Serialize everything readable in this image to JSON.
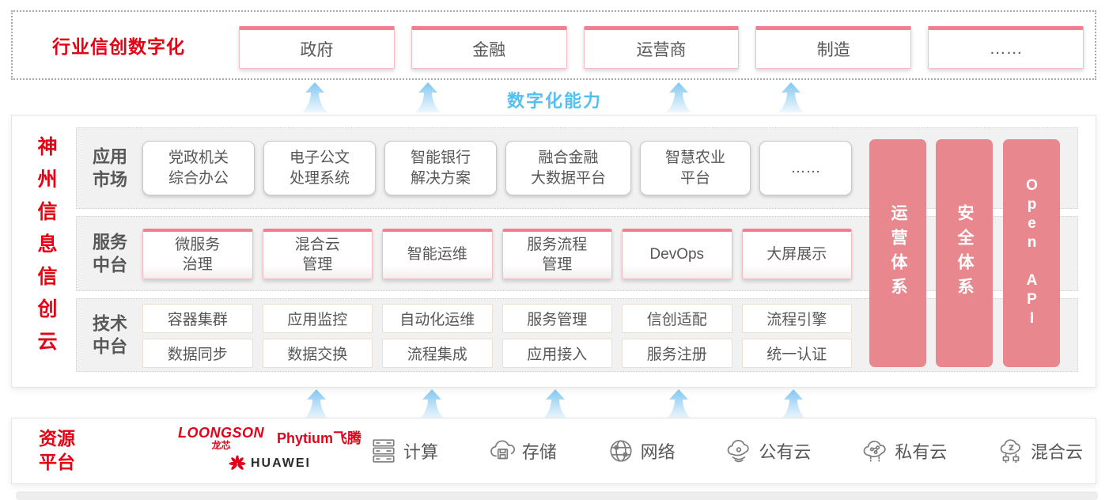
{
  "colors": {
    "brand_red": "#e60013",
    "pillar_pink": "#e8878d",
    "capability_blue": "#53c0f1",
    "card_pink_border": "#ee8090"
  },
  "industry_band": {
    "title": "行业信创数字化",
    "items": [
      {
        "label": "政府"
      },
      {
        "label": "金融"
      },
      {
        "label": "运营商"
      },
      {
        "label": "制造"
      },
      {
        "label": "……"
      }
    ]
  },
  "capability": {
    "label": "数字化能力"
  },
  "platform": {
    "vertical_title": "神州信息信创云",
    "app_row": {
      "label": "应用\n市场",
      "items": [
        {
          "label": "党政机关\n综合办公"
        },
        {
          "label": "电子公文\n处理系统"
        },
        {
          "label": "智能银行\n解决方案"
        },
        {
          "label": "融合金融\n大数据平台"
        },
        {
          "label": "智慧农业\n平台"
        },
        {
          "label": "……"
        }
      ]
    },
    "service_row": {
      "label": "服务\n中台",
      "items": [
        {
          "label": "微服务\n治理"
        },
        {
          "label": "混合云\n管理"
        },
        {
          "label": "智能运维"
        },
        {
          "label": "服务流程\n管理"
        },
        {
          "label": "DevOps"
        },
        {
          "label": "大屏展示"
        }
      ]
    },
    "tech_row": {
      "label": "技术\n中台",
      "row1": [
        {
          "label": "容器集群"
        },
        {
          "label": "应用监控"
        },
        {
          "label": "自动化运维"
        },
        {
          "label": "服务管理"
        },
        {
          "label": "信创适配"
        },
        {
          "label": "流程引擎"
        }
      ],
      "row2": [
        {
          "label": "数据同步"
        },
        {
          "label": "数据交换"
        },
        {
          "label": "流程集成"
        },
        {
          "label": "应用接入"
        },
        {
          "label": "服务注册"
        },
        {
          "label": "统一认证"
        }
      ]
    },
    "pillars": [
      {
        "label": "运营体系"
      },
      {
        "label": "安全体系"
      },
      {
        "label": "Open API"
      }
    ]
  },
  "resource": {
    "title": "资源\n平台",
    "vendors": {
      "loongson": "LOONGSON",
      "loongson_cn": "龙芯",
      "phytium": "Phytium飞腾",
      "huawei": "HUAWEI"
    },
    "items": [
      {
        "icon": "compute-icon",
        "label": "计算"
      },
      {
        "icon": "storage-icon",
        "label": "存储"
      },
      {
        "icon": "network-icon",
        "label": "网络"
      },
      {
        "icon": "public-cloud-icon",
        "label": "公有云"
      },
      {
        "icon": "private-cloud-icon",
        "label": "私有云"
      },
      {
        "icon": "hybrid-cloud-icon",
        "label": "混合云"
      }
    ]
  }
}
